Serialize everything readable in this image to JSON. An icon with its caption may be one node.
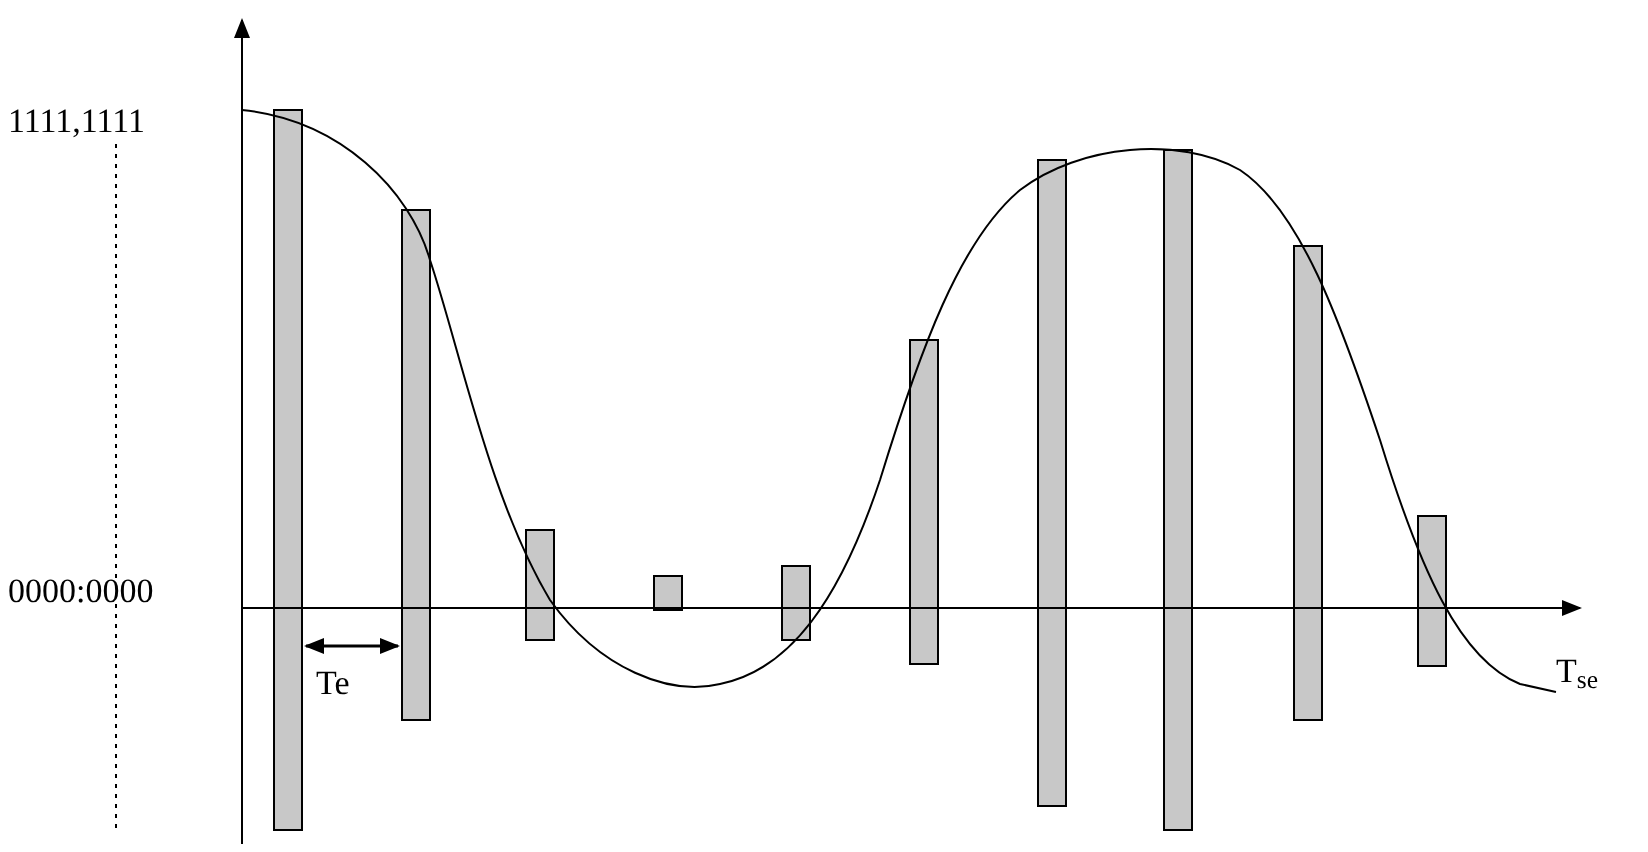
{
  "diagram": {
    "labels": [
      "1111,1111",
      "0000:0000",
      "Te",
      "T$_{se}$"
    ]
  }
}
